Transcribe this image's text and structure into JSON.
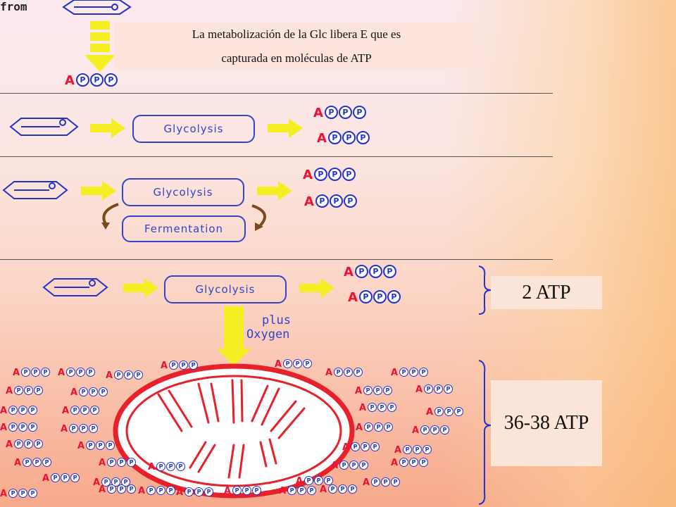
{
  "top": {
    "word": "from",
    "caption_line1": "La metabolización de  la Glc libera E que es",
    "caption_line2": "capturada en moléculas de  ATP"
  },
  "atp": {
    "a": "A",
    "p": "P"
  },
  "processes": {
    "glycolysis": "Glycolysis",
    "fermentation": "Fermentation"
  },
  "oxygen": {
    "line1": "plus",
    "line2": "Oxygen"
  },
  "yields": {
    "anaerobic": "2 ATP",
    "aerobic": "36-38 ATP"
  },
  "colors": {
    "arrow": "#f5ee22",
    "atp_letter": "#ee1133",
    "phosphate": "#2233cc",
    "mito": "#e8202a",
    "curved": "#7a4a1a"
  }
}
